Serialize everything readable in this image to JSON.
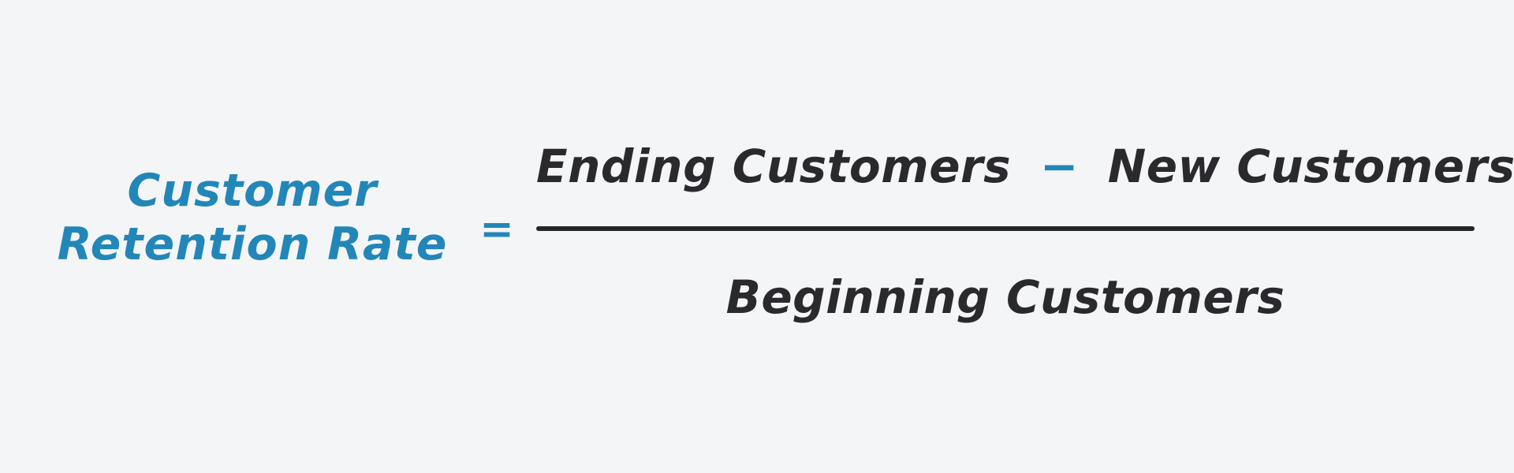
{
  "formula": {
    "label_line1": "Customer",
    "label_line2": "Retention Rate",
    "equals": "=",
    "numerator_term1": "Ending Customers",
    "numerator_operator": "−",
    "numerator_term2": "New Customers",
    "denominator": "Beginning Customers"
  },
  "colors": {
    "accent": "#2287b8",
    "text": "#2a2a2e",
    "background": "#f4f5f7",
    "fraction_line": "#26262a"
  }
}
